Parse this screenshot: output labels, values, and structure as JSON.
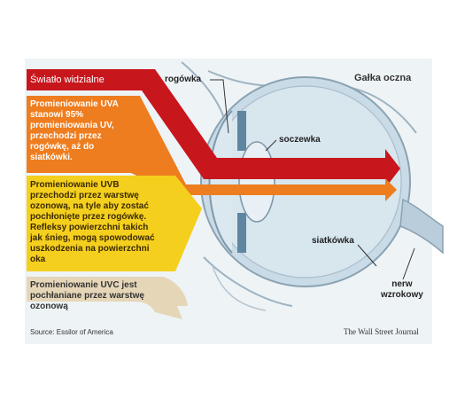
{
  "title": "Gałka oczna",
  "labels": {
    "cornea": "rogówka",
    "lens": "soczewka",
    "retina": "siatkówka",
    "optic_nerve": "nerw\nwzrokowy"
  },
  "bands": {
    "visible": "Światło widzialne",
    "uva": "Promieniowanie UVA stanowi 95% promieniowania UV, przechodzi przez rogówkę, aż do siatkówki.",
    "uvb": "Promieniowanie UVB przechodzi przez warstwę ozonową, na tyle aby zostać pochłonięte przez rogówkę. Refleksy powierzchni takich jak śnieg, mogą spowodować uszkodzenia na powierzchni oka",
    "uvc": "Promieniowanie UVC jest pochłaniane przez warstwę ozonową"
  },
  "source": "Source: Essilor of America",
  "publisher": "The Wall Street Journal",
  "colors": {
    "visible": "#c8161d",
    "uva": "#ee7d1f",
    "uvb": "#f5cf1e",
    "uvc": "#e6d6b8",
    "eye_fill": "#c9dbe6",
    "eye_stroke": "#8aa2b2"
  }
}
